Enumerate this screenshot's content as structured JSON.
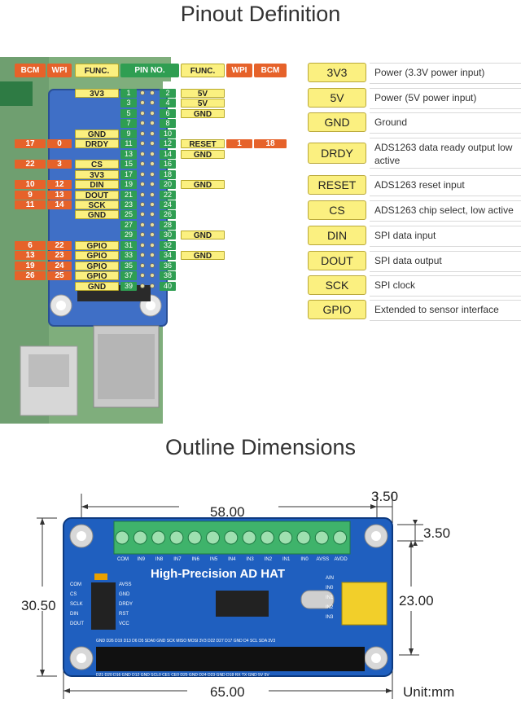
{
  "titles": {
    "pinout": "Pinout Definition",
    "outline": "Outline Dimensions"
  },
  "pinout": {
    "headers": {
      "bcm": "BCM",
      "wpi": "WPI",
      "func": "FUNC.",
      "pin_no": "PIN NO."
    },
    "rows": [
      {
        "lb": "",
        "lw": "",
        "lf": "3V3",
        "lp": "1",
        "rp": "2",
        "rf": "5V",
        "rw": "",
        "rb": ""
      },
      {
        "lb": "",
        "lw": "",
        "lf": "",
        "lp": "3",
        "rp": "4",
        "rf": "5V",
        "rw": "",
        "rb": ""
      },
      {
        "lb": "",
        "lw": "",
        "lf": "",
        "lp": "5",
        "rp": "6",
        "rf": "GND",
        "rw": "",
        "rb": ""
      },
      {
        "lb": "",
        "lw": "",
        "lf": "",
        "lp": "7",
        "rp": "8",
        "rf": "",
        "rw": "",
        "rb": ""
      },
      {
        "lb": "",
        "lw": "",
        "lf": "GND",
        "lp": "9",
        "rp": "10",
        "rf": "",
        "rw": "",
        "rb": ""
      },
      {
        "lb": "17",
        "lw": "0",
        "lf": "DRDY",
        "lp": "11",
        "rp": "12",
        "rf": "RESET",
        "rw": "1",
        "rb": "18"
      },
      {
        "lb": "",
        "lw": "",
        "lf": "",
        "lp": "13",
        "rp": "14",
        "rf": "GND",
        "rw": "",
        "rb": ""
      },
      {
        "lb": "22",
        "lw": "3",
        "lf": "CS",
        "lp": "15",
        "rp": "16",
        "rf": "",
        "rw": "",
        "rb": ""
      },
      {
        "lb": "",
        "lw": "",
        "lf": "3V3",
        "lp": "17",
        "rp": "18",
        "rf": "",
        "rw": "",
        "rb": ""
      },
      {
        "lb": "10",
        "lw": "12",
        "lf": "DIN",
        "lp": "19",
        "rp": "20",
        "rf": "GND",
        "rw": "",
        "rb": ""
      },
      {
        "lb": "9",
        "lw": "13",
        "lf": "DOUT",
        "lp": "21",
        "rp": "22",
        "rf": "",
        "rw": "",
        "rb": ""
      },
      {
        "lb": "11",
        "lw": "14",
        "lf": "SCK",
        "lp": "23",
        "rp": "24",
        "rf": "",
        "rw": "",
        "rb": ""
      },
      {
        "lb": "",
        "lw": "",
        "lf": "GND",
        "lp": "25",
        "rp": "26",
        "rf": "",
        "rw": "",
        "rb": ""
      },
      {
        "lb": "",
        "lw": "",
        "lf": "",
        "lp": "27",
        "rp": "28",
        "rf": "",
        "rw": "",
        "rb": ""
      },
      {
        "lb": "",
        "lw": "",
        "lf": "",
        "lp": "29",
        "rp": "30",
        "rf": "GND",
        "rw": "",
        "rb": ""
      },
      {
        "lb": "6",
        "lw": "22",
        "lf": "GPIO",
        "lp": "31",
        "rp": "32",
        "rf": "",
        "rw": "",
        "rb": ""
      },
      {
        "lb": "13",
        "lw": "23",
        "lf": "GPIO",
        "lp": "33",
        "rp": "34",
        "rf": "GND",
        "rw": "",
        "rb": ""
      },
      {
        "lb": "19",
        "lw": "24",
        "lf": "GPIO",
        "lp": "35",
        "rp": "36",
        "rf": "",
        "rw": "",
        "rb": ""
      },
      {
        "lb": "26",
        "lw": "25",
        "lf": "GPIO",
        "lp": "37",
        "rp": "38",
        "rf": "",
        "rw": "",
        "rb": ""
      },
      {
        "lb": "",
        "lw": "",
        "lf": "GND",
        "lp": "39",
        "rp": "40",
        "rf": "",
        "rw": "",
        "rb": ""
      }
    ]
  },
  "legend": [
    {
      "key": "3V3",
      "desc": "Power (3.3V power input)"
    },
    {
      "key": "5V",
      "desc": "Power (5V power input)"
    },
    {
      "key": "GND",
      "desc": "Ground"
    },
    {
      "key": "DRDY",
      "desc": "ADS1263 data ready output low active"
    },
    {
      "key": "RESET",
      "desc": "ADS1263 reset input"
    },
    {
      "key": "CS",
      "desc": "ADS1263 chip select, low active"
    },
    {
      "key": "DIN",
      "desc": "SPI data input"
    },
    {
      "key": "DOUT",
      "desc": "SPI data output"
    },
    {
      "key": "SCK",
      "desc": "SPI clock"
    },
    {
      "key": "GPIO",
      "desc": "Extended to sensor interface"
    }
  ],
  "board": {
    "name": "High-Precision AD HAT",
    "terminal_labels": [
      "COM",
      "IN9",
      "IN8",
      "IN7",
      "IN6",
      "IN5",
      "IN4",
      "IN3",
      "IN2",
      "IN1",
      "IN0",
      "AVSS",
      "AVDD"
    ],
    "left_pins": [
      "COM",
      "CS",
      "SCLK",
      "DIN",
      "DOUT"
    ],
    "left_pins_right": [
      "AVSS",
      "GND",
      "DRDY",
      "RST",
      "VCC"
    ],
    "right_labels": [
      "AIN",
      "IN0",
      "IN1",
      "IN2",
      "IN3"
    ],
    "bottom_top_labels": "GND D26 D19 D13 D6 D5 SDA0 GND SCK MISO MOSI 3V3 D22 D27 D17 GND D4 SCL SDA 3V3",
    "bottom_bot_labels": "D21 D20 D16 GND D12 GND SCL0 CE1 CE0 D25 GND D24 D23 GND D18 RX TX GND 5V 5V"
  },
  "dimensions": {
    "width_top": "58.00",
    "offset_top": "3.50",
    "offset_side": "3.50",
    "height_left": "30.50",
    "height_right": "23.00",
    "width_bottom": "65.00",
    "unit": "Unit:mm"
  },
  "colors": {
    "orange": "#e6622a",
    "yellow": "#fbf080",
    "green": "#2f9e52",
    "board_blue": "#1f5fbf"
  }
}
